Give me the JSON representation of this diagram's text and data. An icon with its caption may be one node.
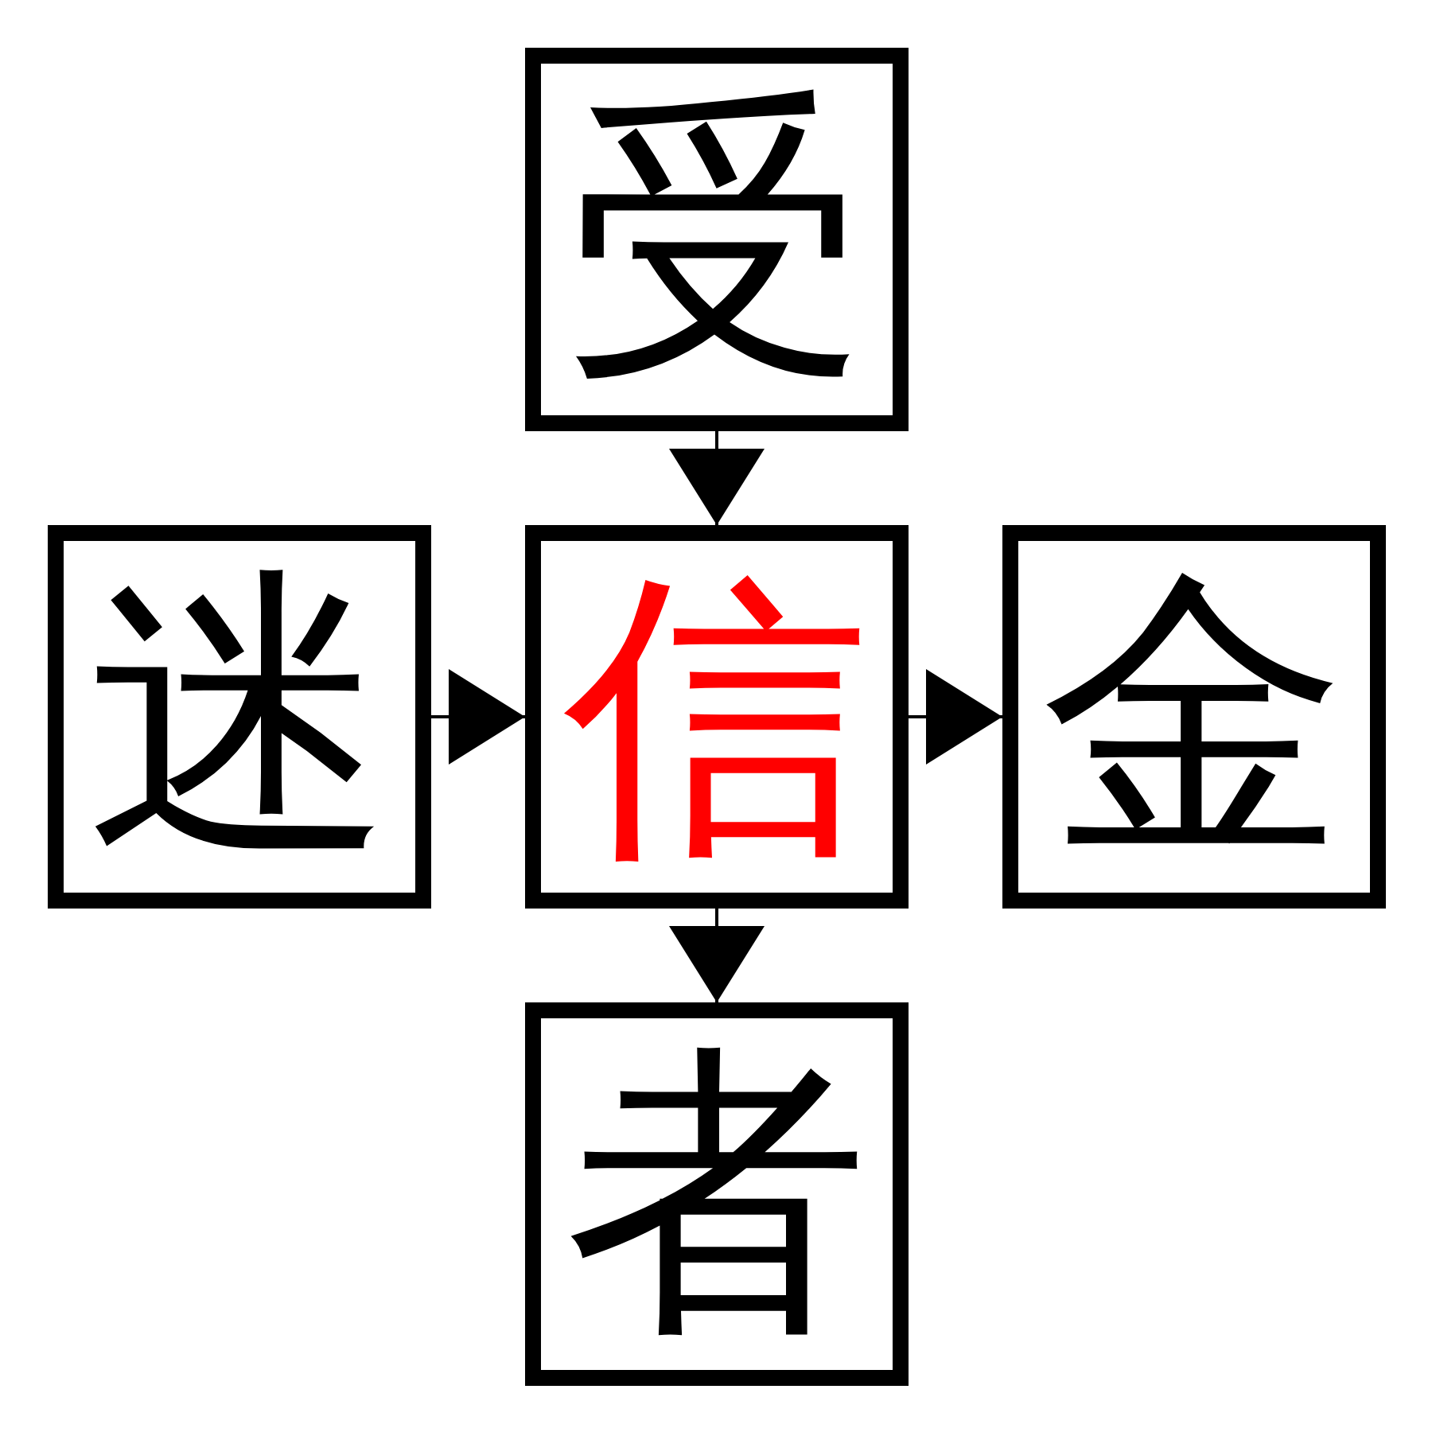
{
  "diagram": {
    "nodes": [
      {
        "text": [
          "受"
        ]
      },
      {
        "text": [
          "迷"
        ]
      },
      {
        "text": [
          "信"
        ]
      },
      {
        "text": [
          "金"
        ]
      },
      {
        "text": [
          "者"
        ]
      }
    ],
    "edges": [
      {
        "from": 0,
        "to": 2,
        "arrow": "to"
      },
      {
        "from": 1,
        "to": 2,
        "arrow": "to"
      },
      {
        "from": 2,
        "to": 3,
        "arrow": "to"
      },
      {
        "from": 2,
        "to": 4,
        "arrow": "to"
      }
    ]
  }
}
